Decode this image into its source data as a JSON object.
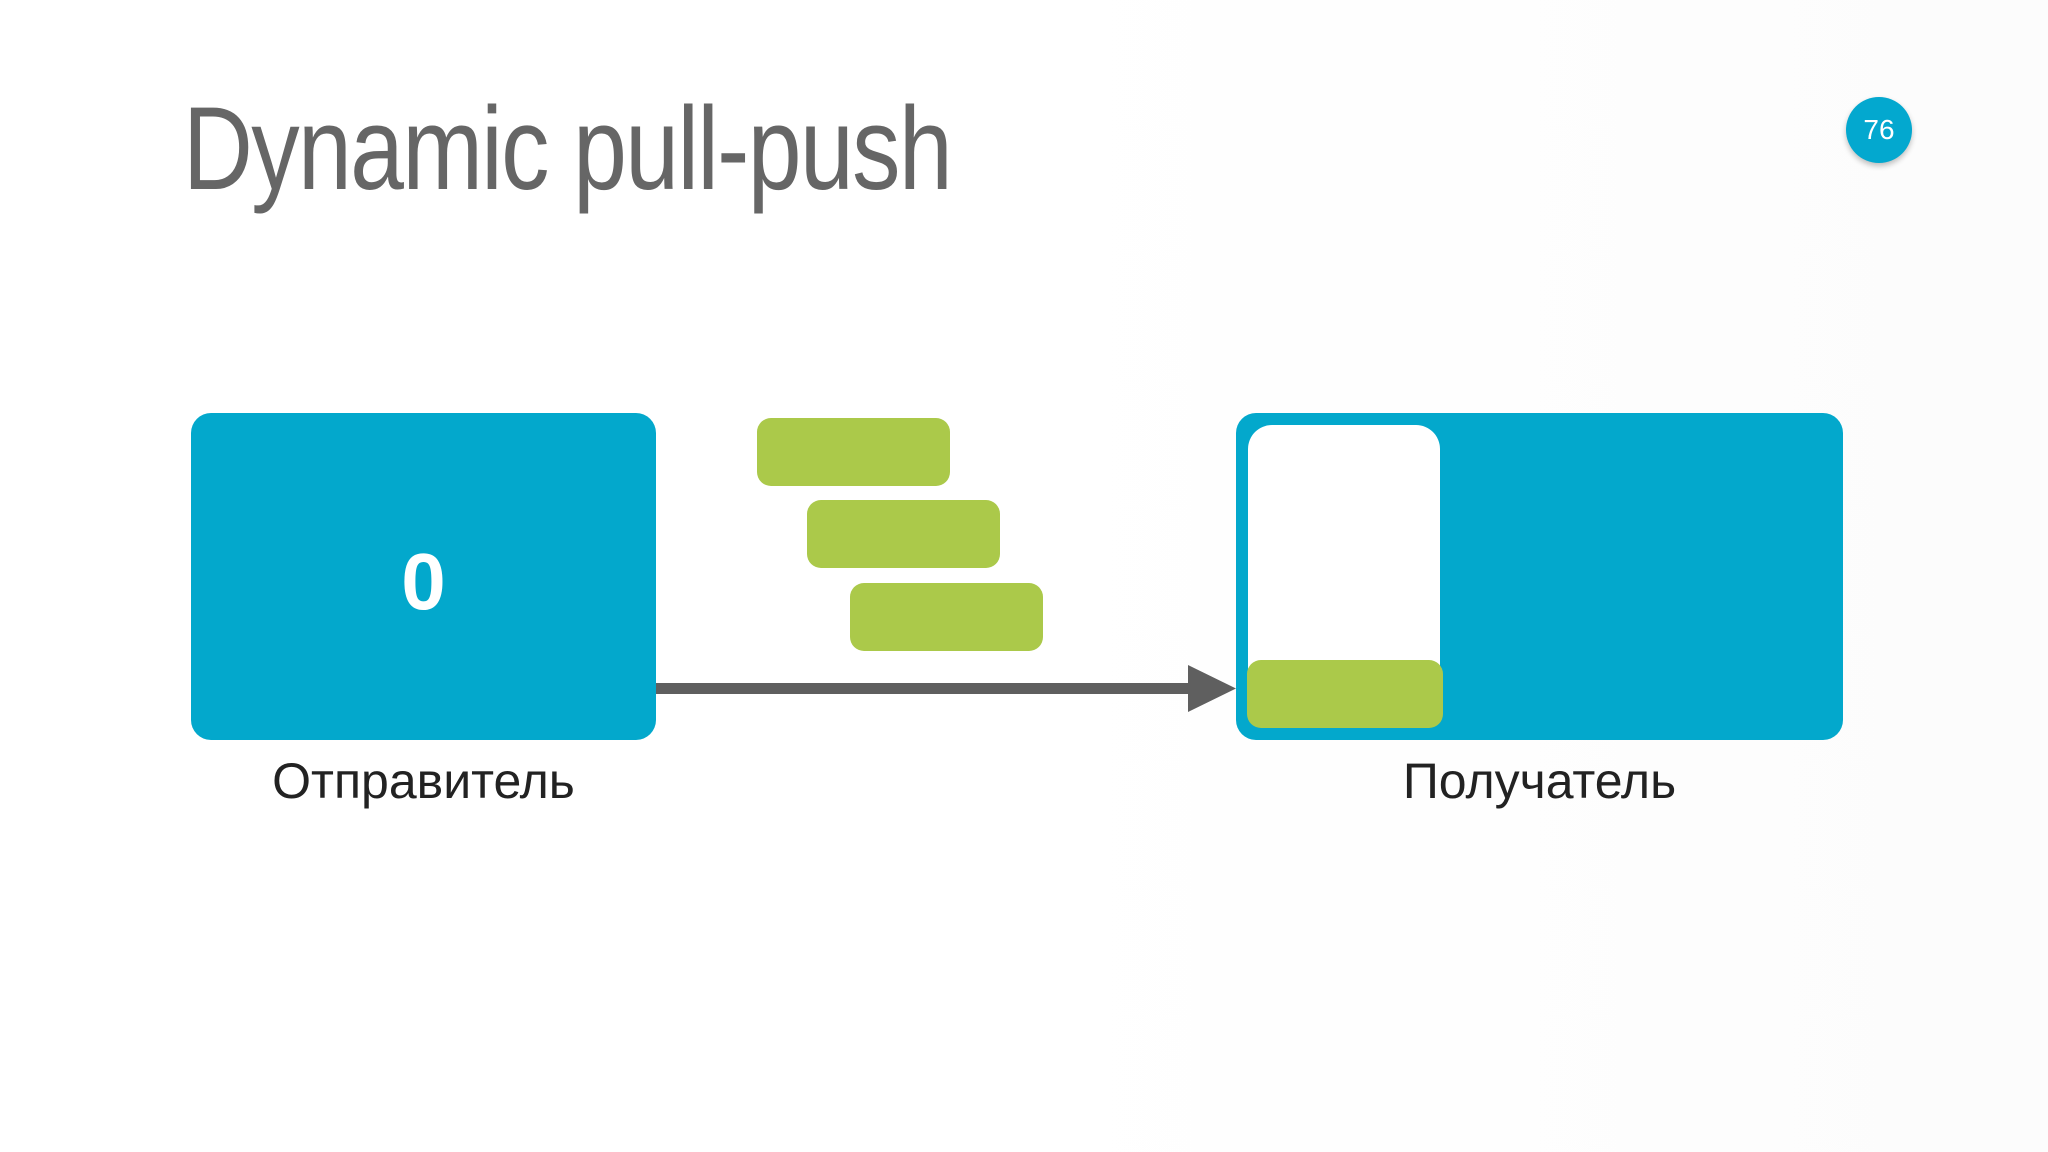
{
  "slide": {
    "title": "Dynamic pull-push",
    "page_number": "76"
  },
  "sender": {
    "counter": "0",
    "label": "Отправитель"
  },
  "receiver": {
    "label": "Получатель",
    "buffered_messages": 1
  },
  "in_flight_messages": 3,
  "colors": {
    "accent": "#03a8cc",
    "message": "#abc94a",
    "arrow": "#5f5f5f",
    "title": "#666666"
  }
}
